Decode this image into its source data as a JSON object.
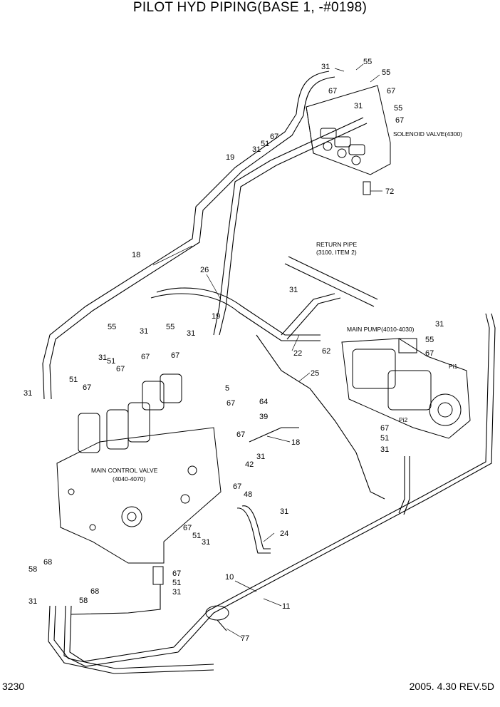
{
  "title": "PILOT HYD PIPING(BASE 1, -#0198)",
  "page_number": "3230",
  "revision": "2005. 4.30  REV.5D",
  "captions": {
    "solenoid_valve": "SOLENOID VALVE(4300)",
    "return_pipe_1": "RETURN PIPE",
    "return_pipe_2": "(3100, ITEM 2)",
    "main_pump": "MAIN PUMP(4010-4030)",
    "main_control_valve_1": "MAIN CONTROL VALVE",
    "main_control_valve_2": "(4040-4070)"
  },
  "callouts": [
    {
      "id": "c1",
      "text": "31"
    },
    {
      "id": "c2",
      "text": "55"
    },
    {
      "id": "c3",
      "text": "55"
    },
    {
      "id": "c4",
      "text": "67"
    },
    {
      "id": "c5",
      "text": "67"
    },
    {
      "id": "c6",
      "text": "31"
    },
    {
      "id": "c7",
      "text": "55"
    },
    {
      "id": "c8",
      "text": "67"
    },
    {
      "id": "c9",
      "text": "67"
    },
    {
      "id": "c10",
      "text": "51"
    },
    {
      "id": "c11",
      "text": "31"
    },
    {
      "id": "c12",
      "text": "19"
    },
    {
      "id": "c13",
      "text": "72"
    },
    {
      "id": "c14",
      "text": "18"
    },
    {
      "id": "c15",
      "text": "26"
    },
    {
      "id": "c16",
      "text": "31"
    },
    {
      "id": "c17",
      "text": "19"
    },
    {
      "id": "c18",
      "text": "55"
    },
    {
      "id": "c19",
      "text": "31"
    },
    {
      "id": "c20",
      "text": "55"
    },
    {
      "id": "c21",
      "text": "31"
    },
    {
      "id": "c22",
      "text": "67"
    },
    {
      "id": "c23",
      "text": "67"
    },
    {
      "id": "c24",
      "text": "22"
    },
    {
      "id": "c25",
      "text": "62"
    },
    {
      "id": "c26",
      "text": "31"
    },
    {
      "id": "c27",
      "text": "55"
    },
    {
      "id": "c28",
      "text": "67"
    },
    {
      "id": "c29",
      "text": "31"
    },
    {
      "id": "c30",
      "text": "51"
    },
    {
      "id": "c31",
      "text": "67"
    },
    {
      "id": "c32",
      "text": "51"
    },
    {
      "id": "c33",
      "text": "67"
    },
    {
      "id": "c34",
      "text": "31"
    },
    {
      "id": "c35",
      "text": "25"
    },
    {
      "id": "c36",
      "text": "5"
    },
    {
      "id": "c37",
      "text": "67"
    },
    {
      "id": "c38",
      "text": "64"
    },
    {
      "id": "c39",
      "text": "39"
    },
    {
      "id": "c40",
      "text": "67"
    },
    {
      "id": "c41",
      "text": "18"
    },
    {
      "id": "c42",
      "text": "31"
    },
    {
      "id": "c43",
      "text": "42"
    },
    {
      "id": "c44",
      "text": "67"
    },
    {
      "id": "c45",
      "text": "51"
    },
    {
      "id": "c46",
      "text": "31"
    },
    {
      "id": "c47",
      "text": "67"
    },
    {
      "id": "c48",
      "text": "48"
    },
    {
      "id": "c49",
      "text": "31"
    },
    {
      "id": "c50",
      "text": "67"
    },
    {
      "id": "c51",
      "text": "51"
    },
    {
      "id": "c52",
      "text": "31"
    },
    {
      "id": "c53",
      "text": "24"
    },
    {
      "id": "c54",
      "text": "68"
    },
    {
      "id": "c55",
      "text": "58"
    },
    {
      "id": "c56",
      "text": "31"
    },
    {
      "id": "c57",
      "text": "58"
    },
    {
      "id": "c58",
      "text": "68"
    },
    {
      "id": "c59",
      "text": "67"
    },
    {
      "id": "c60",
      "text": "51"
    },
    {
      "id": "c61",
      "text": "31"
    },
    {
      "id": "c62",
      "text": "10"
    },
    {
      "id": "c63",
      "text": "11"
    },
    {
      "id": "c64",
      "text": "77"
    }
  ],
  "port_marks": {
    "pi1": "Pi1",
    "pi2": "Pi2"
  }
}
